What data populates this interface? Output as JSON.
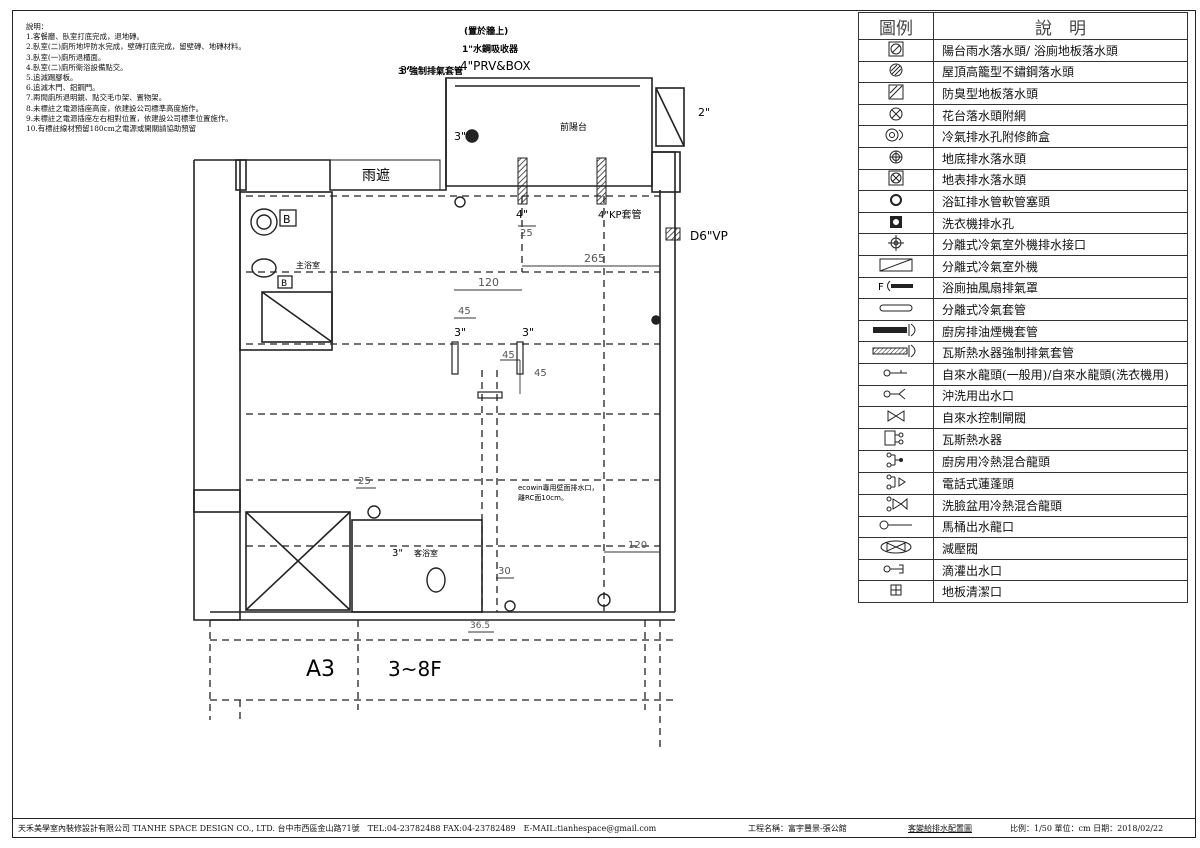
{
  "notes": {
    "title": "說明：",
    "items": [
      "1.客餐廳、臥室打底完成，退地磚。",
      "2.臥室(二)廁所地坪防水完成，壁磚打底完成，留壁磚、地磚材料。",
      "3.臥室(一)廁所退櫃面。",
      "4.臥室(二)廁所衛浴設備點交。",
      "5.追減踢腳板。",
      "6.追減木門、鋁鋼門。",
      "7.兩間廁所退明鏡、點交毛巾架、置物架。",
      "8.未標註之電源插座高度，依建設公司標準高度施作。",
      "9.未標註之電源插座左右相對位置，依建設公司標準位置施作。",
      "10.有標註線材預留180cm之電源或開關請協助預留"
    ]
  },
  "plan": {
    "top_note": "(置於牆上)",
    "top_note2": "1\"水鋼吸收器",
    "prv_label": "4\"PRV&BOX",
    "exhaust_label": "3\"強制排氣套管",
    "balcony": "前陽台",
    "canopy": "雨遮",
    "main_bath": "主浴室",
    "guest_bath": "客浴室",
    "pipe_4": "4\"",
    "pipe_4kp": "4\"KP套管",
    "pipe_d6vp": "D6\"VP",
    "pipe_3a": "3\"",
    "pipe_3b": "3\"",
    "pipe_3c": "3\"",
    "pipe_3d": "3\"",
    "pipe_3e": "3\"",
    "pipe_2": "2\"",
    "dim_25a": "25",
    "dim_265": "265",
    "dim_120a": "120",
    "dim_45a": "45",
    "dim_45b": "45",
    "dim_45c": "45",
    "dim_25b": "25",
    "dim_120b": "120",
    "dim_30": "30",
    "dim_365": "36.5",
    "ecowin_note1": "ecowin專用壁面排水口，",
    "ecowin_note2": "離RC面10cm。",
    "unit_label": "A3",
    "floor_label": "3~8F",
    "box_b1": "B",
    "box_b2": "B"
  },
  "legend": {
    "header_symbol": "圖例",
    "header_desc": "說　明",
    "rows": [
      {
        "icon": "balcony-floor-drain-icon",
        "desc": "陽台雨水落水頭/ 浴廁地板落水頭"
      },
      {
        "icon": "roof-dome-drain-icon",
        "desc": "屋頂高籠型不鏽鋼落水頭"
      },
      {
        "icon": "anti-odor-drain-icon",
        "desc": "防臭型地板落水頭"
      },
      {
        "icon": "planter-drain-icon",
        "desc": "花台落水頭附網"
      },
      {
        "icon": "ac-drain-cover-icon",
        "desc": "冷氣排水孔附修飾盒"
      },
      {
        "icon": "bottom-drain-icon",
        "desc": "地底排水落水頭"
      },
      {
        "icon": "surface-drain-icon",
        "desc": "地表排水落水頭"
      },
      {
        "icon": "bathtub-hose-plug-icon",
        "desc": "浴缸排水管軟管塞頭"
      },
      {
        "icon": "washer-drain-icon",
        "desc": "洗衣機排水孔"
      },
      {
        "icon": "ac-outdoor-drain-icon",
        "desc": "分離式冷氣室外機排水接口"
      },
      {
        "icon": "ac-outdoor-unit-icon",
        "desc": "分離式冷氣室外機"
      },
      {
        "icon": "bath-fan-hood-icon",
        "desc": "浴廁抽風扇排氣罩"
      },
      {
        "icon": "ac-sleeve-icon",
        "desc": "分離式冷氣套管"
      },
      {
        "icon": "kitchen-exhaust-sleeve-icon",
        "desc": "廚房排油煙機套管"
      },
      {
        "icon": "heater-exhaust-sleeve-icon",
        "desc": "瓦斯熱水器強制排氣套管"
      },
      {
        "icon": "faucet-icon",
        "desc": "自來水龍頭(一般用)/自來水龍頭(洗衣機用)"
      },
      {
        "icon": "flush-outlet-icon",
        "desc": "沖洗用出水口"
      },
      {
        "icon": "water-valve-icon",
        "desc": "自來水控制閘閥"
      },
      {
        "icon": "gas-heater-icon",
        "desc": "瓦斯熱水器"
      },
      {
        "icon": "kitchen-mixer-icon",
        "desc": "廚房用冷熱混合龍頭"
      },
      {
        "icon": "shower-icon",
        "desc": "電話式蓮蓬頭"
      },
      {
        "icon": "basin-mixer-icon",
        "desc": "洗臉盆用冷熱混合龍頭"
      },
      {
        "icon": "toilet-outlet-icon",
        "desc": "馬桶出水龍口"
      },
      {
        "icon": "pressure-reducer-icon",
        "desc": "減壓閥"
      },
      {
        "icon": "drip-outlet-icon",
        "desc": "滴灌出水口"
      },
      {
        "icon": "floor-cleanout-icon",
        "desc": "地板清潔口"
      }
    ]
  },
  "footer": {
    "company": "天禾美學室內裝修設計有限公司 TIANHE SPACE DESIGN CO., LTD. 台中市西區金山路71號　TEL:04-23782488 FAX:04-23782489　E-MAIL:tianhespace@gmail.com",
    "project": "工程名稱：富宇豐景-張公館",
    "drawing": "客變給排水配置圖",
    "meta": "比例：1/50 單位：cm 日期：2018/02/22"
  }
}
